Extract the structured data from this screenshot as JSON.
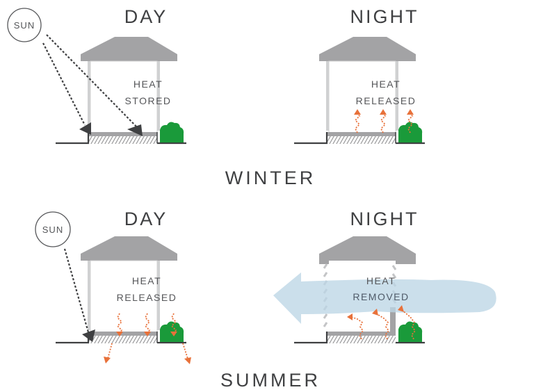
{
  "colors": {
    "roof": "#a3a3a5",
    "wall": "#cfd0d1",
    "floor": "#a3a3a5",
    "hatch": "#8a8a8c",
    "ground_line": "#3f4042",
    "bush": "#1a9a3a",
    "heat_arrow": "#e8713a",
    "sun_arrow": "#3f4042",
    "wind": "#c9dde9",
    "text": "#3f4042"
  },
  "seasons": [
    {
      "label": "WINTER",
      "panels": [
        {
          "title": "DAY",
          "sun_label": "SUN",
          "line1": "HEAT",
          "line2": "STORED"
        },
        {
          "title": "NIGHT",
          "line1": "HEAT",
          "line2": "RELEASED"
        }
      ]
    },
    {
      "label": "SUMMER",
      "panels": [
        {
          "title": "DAY",
          "sun_label": "SUN",
          "line1": "HEAT",
          "line2": "RELEASED"
        },
        {
          "title": "NIGHT",
          "line1": "HEAT",
          "line2": "REMOVED"
        }
      ]
    }
  ]
}
